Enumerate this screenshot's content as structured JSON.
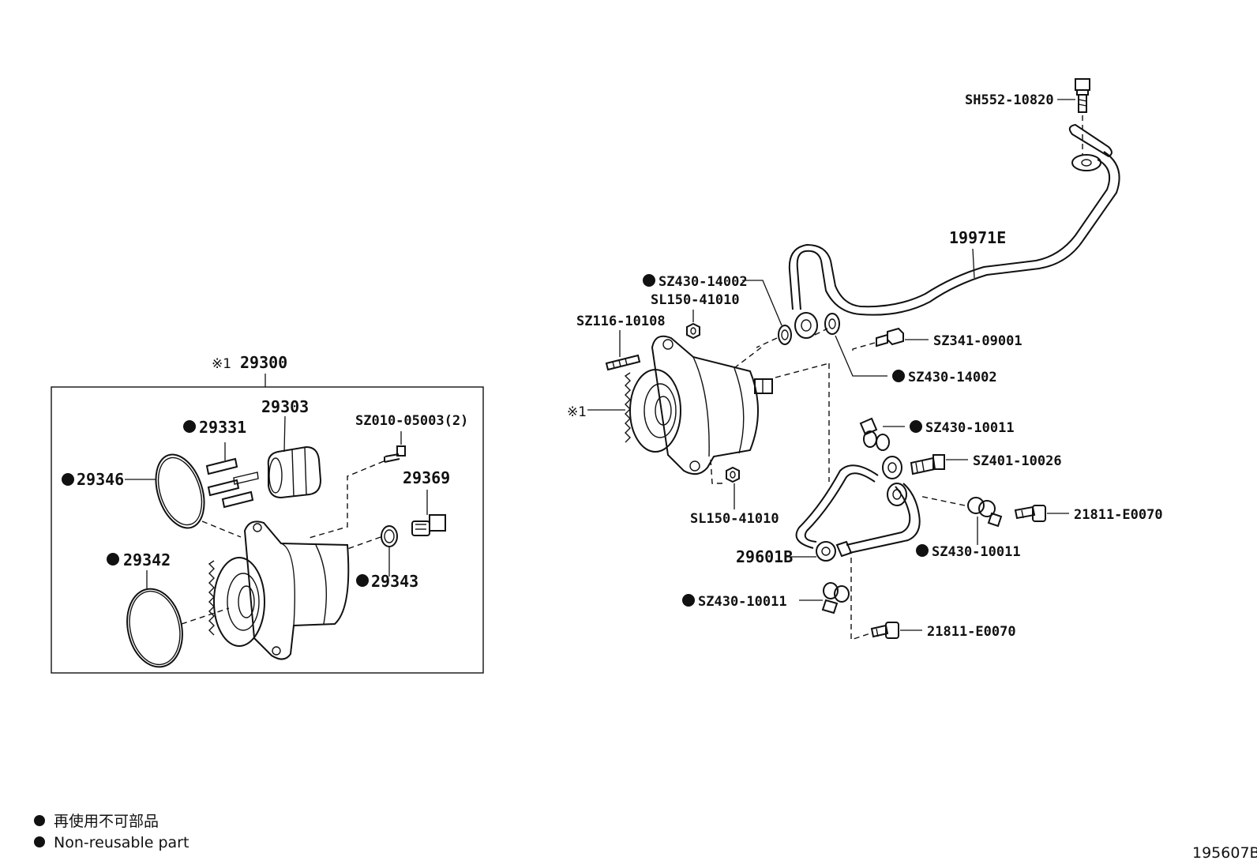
{
  "diagram": {
    "labels": {
      "assembly_ref": "※1",
      "assembly": "29300",
      "p29331": "29331",
      "p29303": "29303",
      "p29346": "29346",
      "p29342": "29342",
      "p29343": "29343",
      "p29369": "29369",
      "psz010": "SZ010-05003(2)",
      "psh552": "SH552-10820",
      "p19971e": "19971E",
      "psz430_14002_a": "SZ430-14002",
      "psl150_top": "SL150-41010",
      "psz116": "SZ116-10108",
      "psz341": "SZ341-09001",
      "psz430_14002_b": "SZ430-14002",
      "pump_ref": "※1",
      "psz430_10011_a": "SZ430-10011",
      "psz401": "SZ401-10026",
      "p21811_a": "21811-E0070",
      "psl150_bottom": "SL150-41010",
      "psz430_10011_b": "SZ430-10011",
      "p29601b": "29601B",
      "psz430_10011_c": "SZ430-10011",
      "p21811_b": "21811-E0070"
    },
    "legend": {
      "line1": "再使用不可部品",
      "line2": "Non-reusable part"
    },
    "figure_id": "195607B"
  }
}
